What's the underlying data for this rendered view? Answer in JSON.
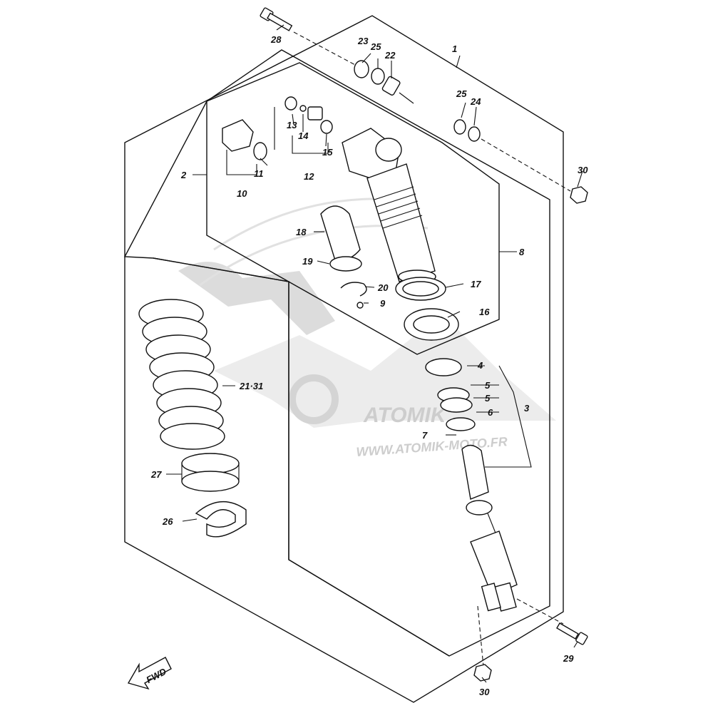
{
  "watermark": {
    "brand": "ATOMIK",
    "website": "WWW.ATOMIK-MOTO.FR"
  },
  "fwd_label": "FWD",
  "callouts": [
    {
      "id": "1",
      "text": "1"
    },
    {
      "id": "2",
      "text": "2"
    },
    {
      "id": "3",
      "text": "3"
    },
    {
      "id": "4",
      "text": "4"
    },
    {
      "id": "5a",
      "text": "5"
    },
    {
      "id": "5b",
      "text": "5"
    },
    {
      "id": "6",
      "text": "6"
    },
    {
      "id": "7",
      "text": "7"
    },
    {
      "id": "8",
      "text": "8"
    },
    {
      "id": "9",
      "text": "9"
    },
    {
      "id": "10",
      "text": "10"
    },
    {
      "id": "11",
      "text": "11"
    },
    {
      "id": "12",
      "text": "12"
    },
    {
      "id": "13",
      "text": "13"
    },
    {
      "id": "14",
      "text": "14"
    },
    {
      "id": "15",
      "text": "15"
    },
    {
      "id": "16",
      "text": "16"
    },
    {
      "id": "17",
      "text": "17"
    },
    {
      "id": "18",
      "text": "18"
    },
    {
      "id": "19",
      "text": "19"
    },
    {
      "id": "20",
      "text": "20"
    },
    {
      "id": "21",
      "text": "21·31"
    },
    {
      "id": "22",
      "text": "22"
    },
    {
      "id": "23",
      "text": "23"
    },
    {
      "id": "24",
      "text": "24"
    },
    {
      "id": "25a",
      "text": "25"
    },
    {
      "id": "25b",
      "text": "25"
    },
    {
      "id": "26",
      "text": "26"
    },
    {
      "id": "27",
      "text": "27"
    },
    {
      "id": "28",
      "text": "28"
    },
    {
      "id": "29",
      "text": "29"
    },
    {
      "id": "30a",
      "text": "30"
    },
    {
      "id": "30b",
      "text": "30"
    }
  ]
}
